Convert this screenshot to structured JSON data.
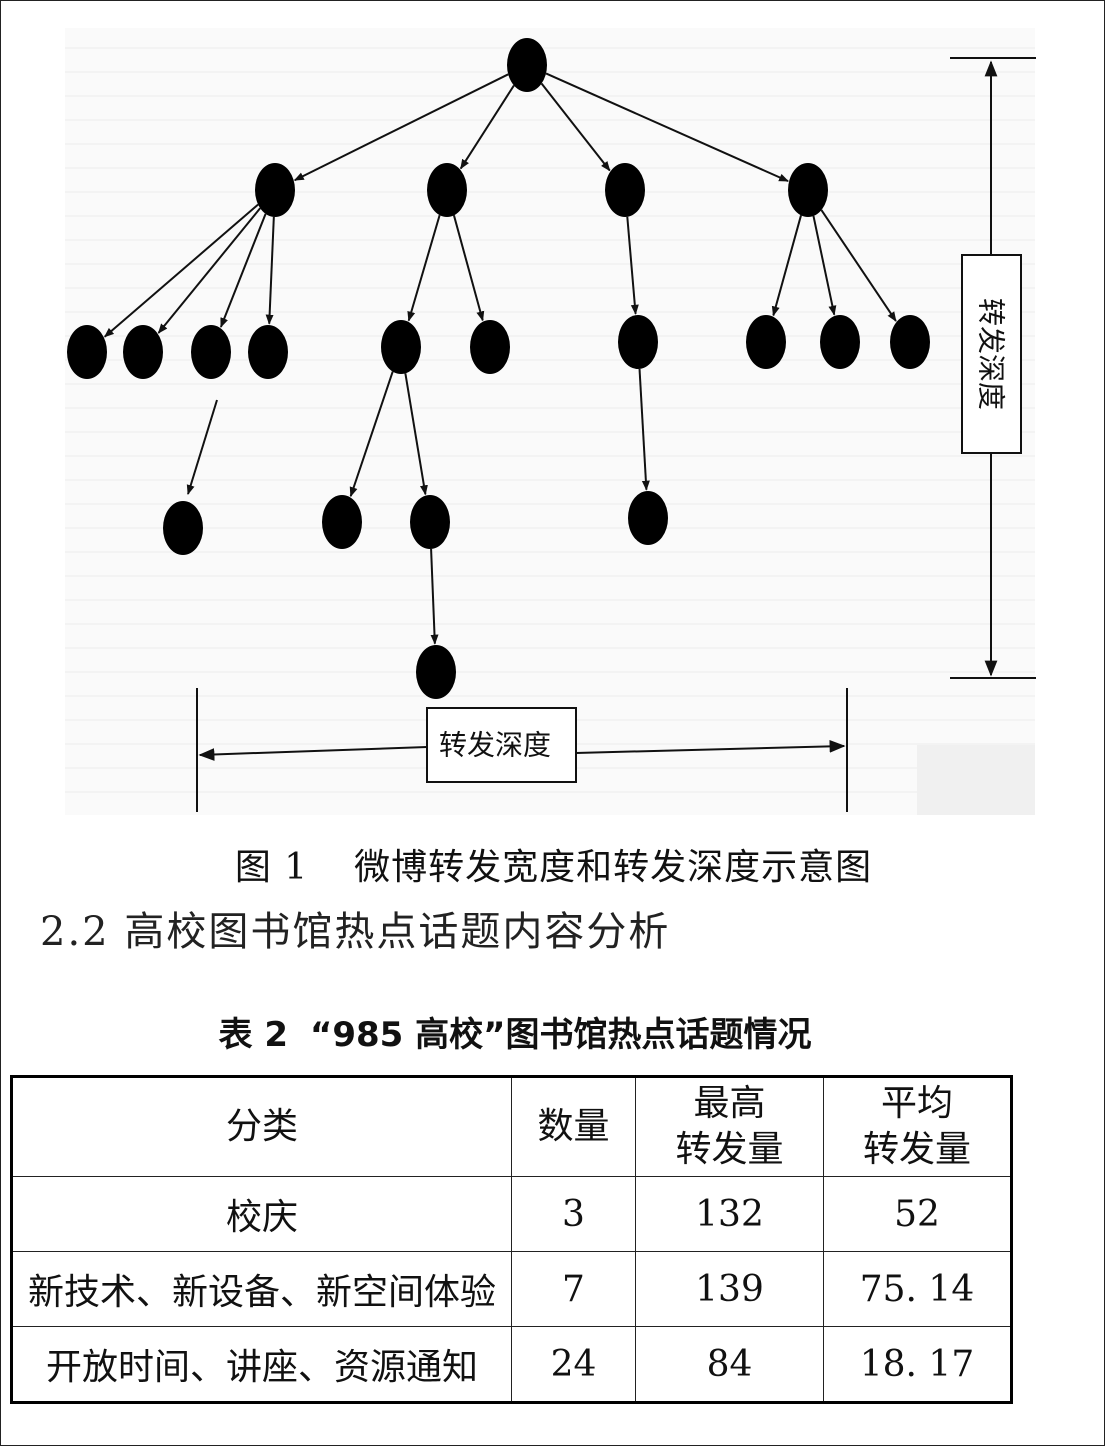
{
  "diagram": {
    "vertical_label": "转发深度",
    "horizontal_label": "转发深度",
    "node_color": "#000000"
  },
  "figure": {
    "number": "图 1",
    "caption": "微博转发宽度和转发深度示意图"
  },
  "cut_heading": "2.2  高校图书馆热点话题内容分析",
  "table": {
    "number": "表 2",
    "title": "“985 高校”图书馆热点话题情况",
    "headers": [
      {
        "line1": "分类",
        "line2": ""
      },
      {
        "line1": "数量",
        "line2": ""
      },
      {
        "line1": "最高",
        "line2": "转发量"
      },
      {
        "line1": "平均",
        "line2": "转发量"
      }
    ],
    "rows": [
      [
        "校庆",
        "3",
        "132",
        "52"
      ],
      [
        "新技术、新设备、新空间体验",
        "7",
        "139",
        "75. 14"
      ],
      [
        "开放时间、讲座、资源通知",
        "24",
        "84",
        "18. 17"
      ]
    ]
  }
}
